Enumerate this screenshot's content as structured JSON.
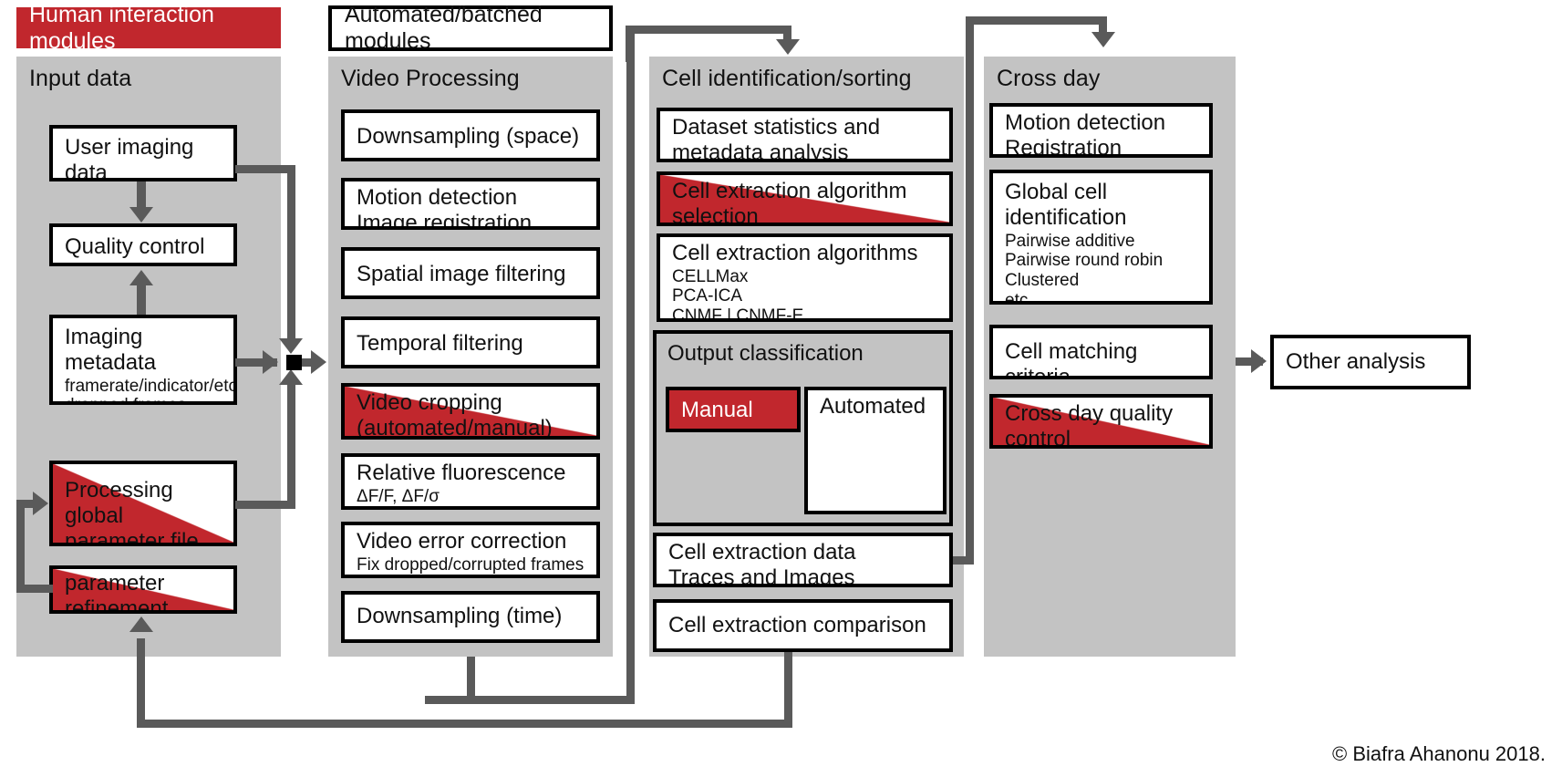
{
  "legend": {
    "human": "Human interaction modules",
    "automated": "Automated/batched modules"
  },
  "credit": "© Biafra Ahanonu 2018.",
  "colors": {
    "human_red": "#c1272d",
    "panel_grey": "#c3c3c3",
    "connector_grey": "#5a5a5a",
    "box_border": "#000000",
    "page_background": "#ffffff"
  },
  "columns": [
    {
      "id": "input-data",
      "title": "Input data",
      "nodes": [
        {
          "id": "user-imaging-data",
          "title": "User imaging data\n(xyt or xyzt)",
          "sub": "",
          "fill": "white"
        },
        {
          "id": "quality-control",
          "title": "Quality control",
          "sub": "",
          "fill": "white"
        },
        {
          "id": "imaging-metadata",
          "title": "Imaging metadata",
          "sub": "framerate/indicator/etc.\ndropped frames",
          "fill": "white"
        },
        {
          "id": "processing-global-parameter-file",
          "title": "Processing global\nparameter file",
          "sub": "",
          "fill": "red-diagonal"
        },
        {
          "id": "parameter-refinement",
          "title": "parameter\nrefinement",
          "sub": "",
          "fill": "red-diagonal"
        }
      ]
    },
    {
      "id": "video-processing",
      "title": "Video Processing",
      "nodes": [
        {
          "id": "downsampling-space",
          "title": "Downsampling  (space)",
          "sub": "",
          "fill": "white"
        },
        {
          "id": "motion-detection-image-registration",
          "title": "Motion detection\nImage registration",
          "sub": "",
          "fill": "white"
        },
        {
          "id": "spatial-image-filtering",
          "title": "Spatial image  filtering",
          "sub": "",
          "fill": "white"
        },
        {
          "id": "temporal-filtering",
          "title": "Temporal filtering",
          "sub": "",
          "fill": "white"
        },
        {
          "id": "video-cropping",
          "title": "Video cropping\n(automated/manual)",
          "sub": "",
          "fill": "red-diagonal"
        },
        {
          "id": "relative-fluorescence",
          "title": "Relative fluorescence",
          "sub": "ΔF/F, ΔF/σ",
          "fill": "white"
        },
        {
          "id": "video-error-correction",
          "title": "Video error correction",
          "sub": "Fix dropped/corrupted frames",
          "fill": "white"
        },
        {
          "id": "downsampling-time",
          "title": "Downsampling  (time)",
          "sub": "",
          "fill": "white"
        }
      ]
    },
    {
      "id": "cell-identification-sorting",
      "title": "Cell identification/sorting",
      "nodes": [
        {
          "id": "dataset-statistics",
          "title": "Dataset statistics and\nmetadata analysis",
          "sub": "",
          "fill": "white"
        },
        {
          "id": "cell-extraction-algorithm-selection",
          "title": "Cell extraction algorithm\nselection",
          "sub": "",
          "fill": "red-diagonal"
        },
        {
          "id": "cell-extraction-algorithms",
          "title": "Cell extraction algorithms",
          "sub": "CELLMax\nPCA-ICA\nCNMF | CNMF-E\nEXTRACT | ROI",
          "fill": "white"
        },
        {
          "id": "output-classification",
          "title": "Output classification",
          "sub": "",
          "fill": "subpanel",
          "children": [
            {
              "id": "output-classification-manual",
              "title": "Manual",
              "fill": "red-full"
            },
            {
              "id": "output-classification-automated",
              "title": "Automated",
              "fill": "white"
            }
          ]
        },
        {
          "id": "cell-extraction-data",
          "title": "Cell extraction data\nTraces and Images",
          "sub": "",
          "fill": "white"
        },
        {
          "id": "cell-extraction-comparison",
          "title": "Cell extraction comparison",
          "sub": "",
          "fill": "white"
        }
      ]
    },
    {
      "id": "cross-day",
      "title": "Cross day",
      "nodes": [
        {
          "id": "cross-day-motion-detection",
          "title": "Motion detection\nRegistration",
          "sub": "",
          "fill": "white"
        },
        {
          "id": "global-cell-identification",
          "title": "Global cell\nidentification",
          "sub": "Pairwise additive\nPairwise round robin\nClustered\netc.",
          "fill": "white"
        },
        {
          "id": "cell-matching-criteria",
          "title": "Cell matching criteria",
          "sub": "",
          "fill": "white"
        },
        {
          "id": "cross-day-quality-control",
          "title": "Cross day quality\ncontrol",
          "sub": "",
          "fill": "red-diagonal"
        }
      ]
    }
  ],
  "other_analysis": {
    "id": "other-analysis",
    "title": "Other analysis"
  }
}
